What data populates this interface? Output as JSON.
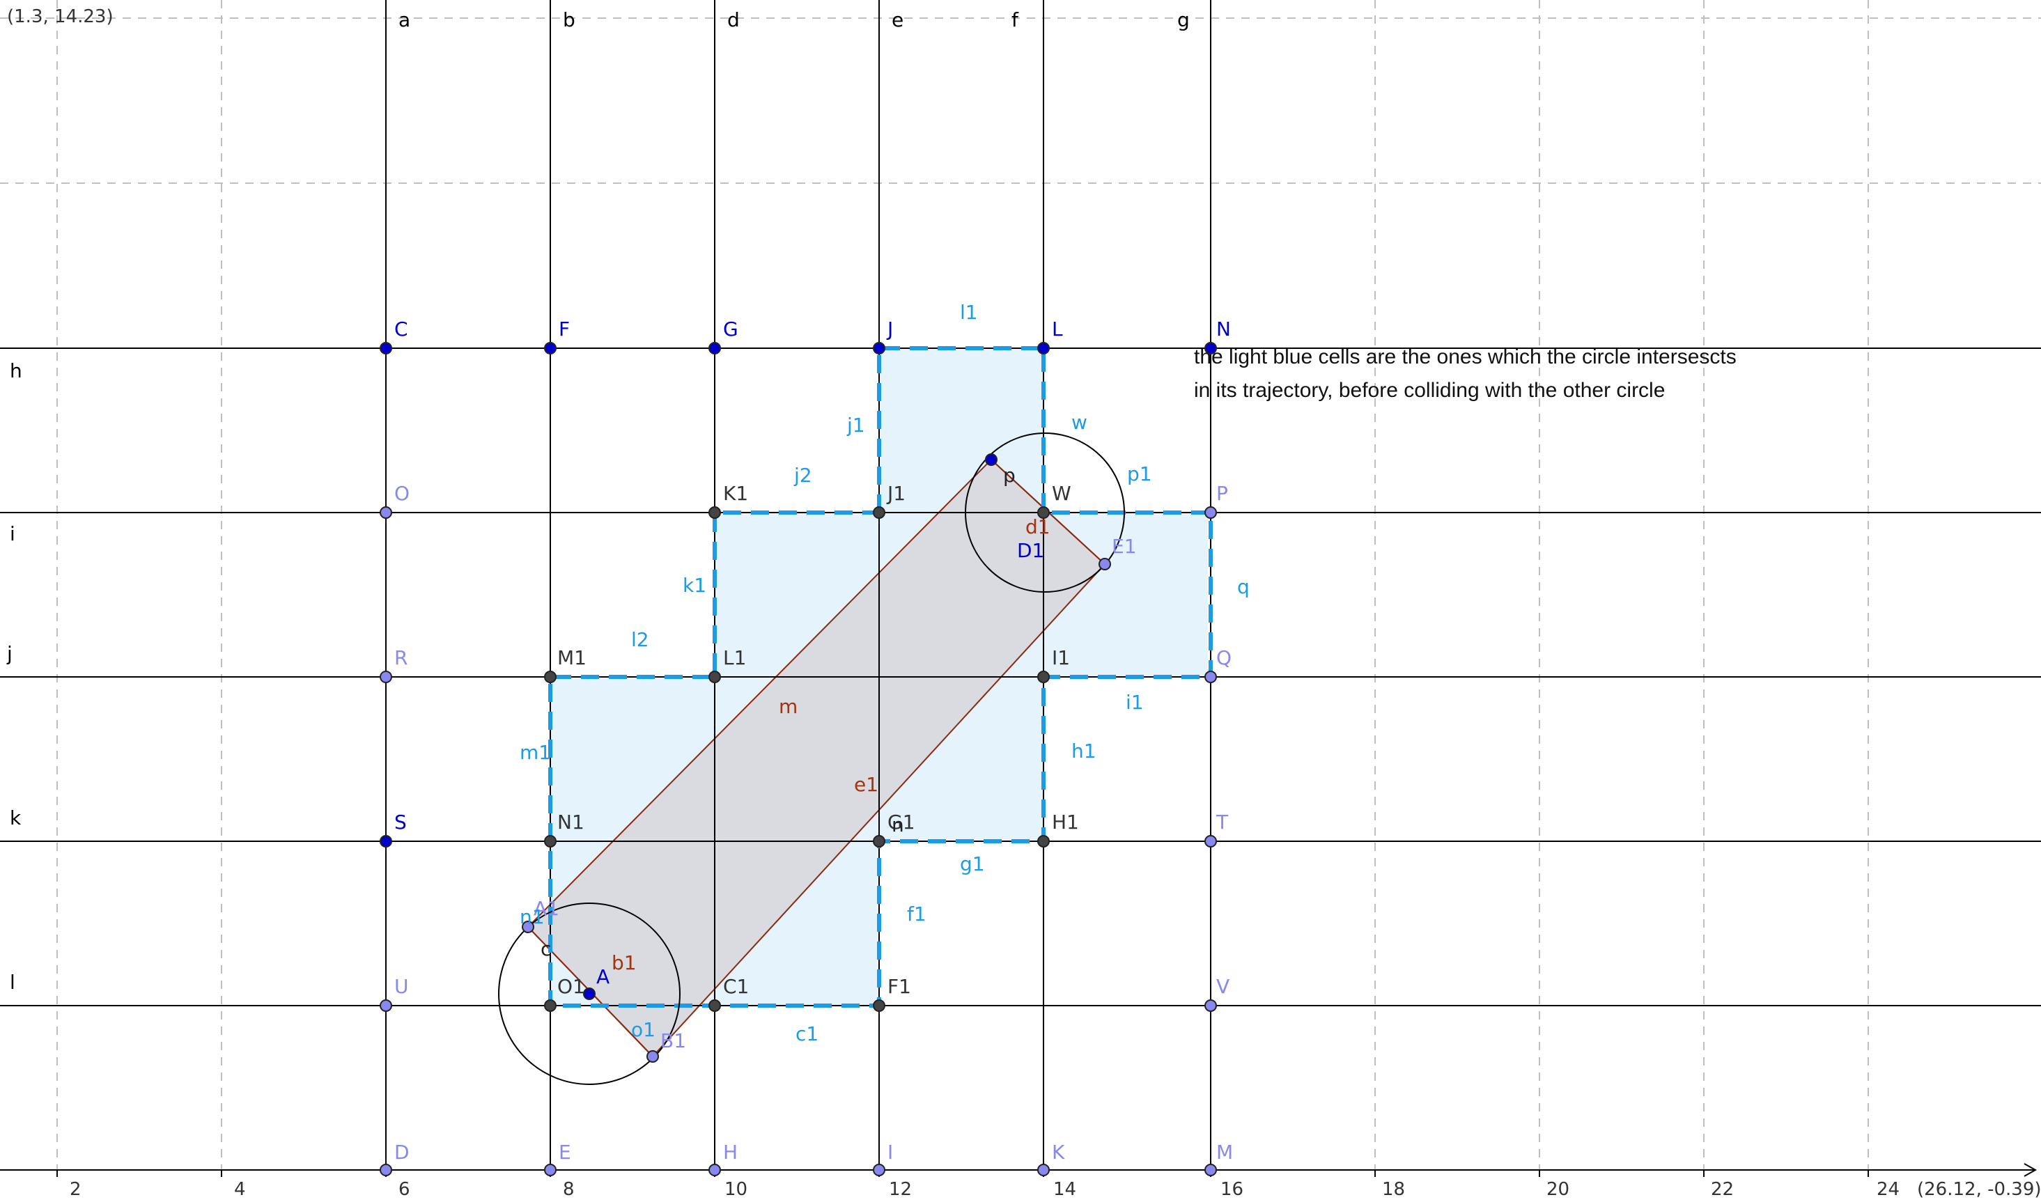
{
  "view": {
    "top_left_readout": "(1.3, 14.23)",
    "bottom_right_readout": "(26.12, -0.39)",
    "x_tick_labels": [
      "2",
      "4",
      "6",
      "8",
      "10",
      "12",
      "14",
      "16",
      "18",
      "20",
      "22",
      "24"
    ]
  },
  "colors": {
    "grid_dashed": "#c0c0c0",
    "line_black": "#000000",
    "cell_fill": "#e4f3fc",
    "cell_border": "#1e9be6",
    "band_fill": "#d9dbe0",
    "band_stroke": "#8b2a10",
    "point_blue": "#0000cc",
    "point_light": "#8888ee",
    "point_dark": "#333333",
    "label_blue": "#1e9be6",
    "label_brown": "#a0350f"
  },
  "vertical_line_names": [
    "a",
    "b",
    "d",
    "e",
    "f",
    "g"
  ],
  "horizontal_line_names": [
    "h",
    "i",
    "j",
    "k",
    "l"
  ],
  "note": {
    "line1": "the   light   blue  cells are the ones which the circle intersescts",
    "line2": "in its trajectory, before colliding with the other circle"
  },
  "points": [
    {
      "name": "C",
      "style": "blue"
    },
    {
      "name": "F",
      "style": "blue"
    },
    {
      "name": "G",
      "style": "blue"
    },
    {
      "name": "J",
      "style": "blue"
    },
    {
      "name": "L",
      "style": "blue"
    },
    {
      "name": "N",
      "style": "blue"
    },
    {
      "name": "O",
      "style": "light"
    },
    {
      "name": "P",
      "style": "light"
    },
    {
      "name": "R",
      "style": "light"
    },
    {
      "name": "Q",
      "style": "light"
    },
    {
      "name": "S",
      "style": "blue"
    },
    {
      "name": "T",
      "style": "light"
    },
    {
      "name": "U",
      "style": "light"
    },
    {
      "name": "V",
      "style": "light"
    },
    {
      "name": "D",
      "style": "light"
    },
    {
      "name": "E",
      "style": "light"
    },
    {
      "name": "H",
      "style": "light"
    },
    {
      "name": "I",
      "style": "light"
    },
    {
      "name": "K",
      "style": "light"
    },
    {
      "name": "M",
      "style": "light"
    },
    {
      "name": "K1",
      "style": "dark"
    },
    {
      "name": "J1",
      "style": "dark"
    },
    {
      "name": "W",
      "style": "dark"
    },
    {
      "name": "M1",
      "style": "dark"
    },
    {
      "name": "L1",
      "style": "dark"
    },
    {
      "name": "I1",
      "style": "dark"
    },
    {
      "name": "N1",
      "style": "dark"
    },
    {
      "name": "G1",
      "style": "dark"
    },
    {
      "name": "H1",
      "style": "dark"
    },
    {
      "name": "O1",
      "style": "dark"
    },
    {
      "name": "C1",
      "style": "dark"
    },
    {
      "name": "F1",
      "style": "dark"
    },
    {
      "name": "A",
      "style": "blue"
    },
    {
      "name": "D1",
      "style": "blue"
    },
    {
      "name": "p",
      "style": "blue"
    },
    {
      "name": "A1",
      "style": "light"
    },
    {
      "name": "B1",
      "style": "light"
    },
    {
      "name": "E1",
      "style": "light"
    }
  ],
  "segment_labels": [
    "l1",
    "j1",
    "w",
    "p1",
    "j2",
    "k1",
    "q",
    "l2",
    "i1",
    "m1",
    "h1",
    "g1",
    "f1",
    "c1",
    "o1",
    "n1"
  ],
  "band_labels": [
    "m",
    "e1",
    "b1",
    "d1",
    "c",
    "n"
  ]
}
